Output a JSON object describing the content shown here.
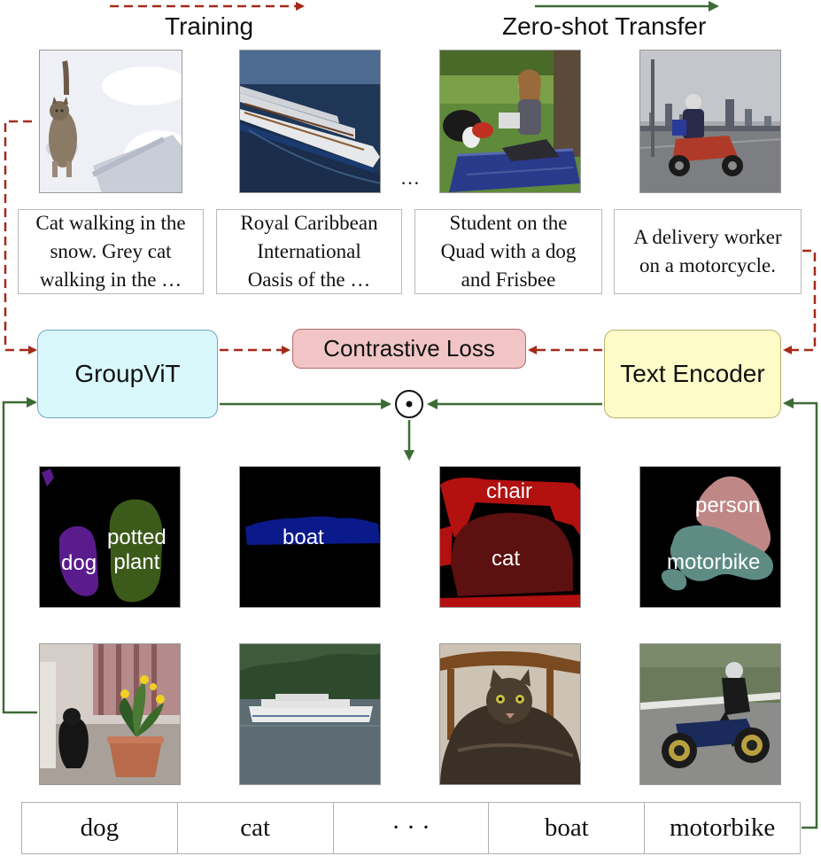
{
  "header": {
    "training": "Training",
    "zero_shot": "Zero-shot Transfer"
  },
  "images_top": [
    {
      "name": "cat-in-snow-photo"
    },
    {
      "name": "cruise-ship-photo"
    },
    {
      "name": "student-with-dog-photo"
    },
    {
      "name": "delivery-motorcycle-photo"
    }
  ],
  "ellipsis_top": "…",
  "captions": [
    "Cat walking in the\nsnow. Grey cat\nwalking in the …",
    "Royal Caribbean\nInternational\nOasis of the …",
    "Student on the\nQuad with a dog\nand Frisbee",
    "A delivery worker\non a motorcycle."
  ],
  "boxes": {
    "groupvit": "GroupViT",
    "contrastive_loss": "Contrastive Loss",
    "text_encoder": "Text Encoder",
    "dot_product": "⊙"
  },
  "segmentation": {
    "m1": {
      "dog": "dog",
      "potted_plant": "potted\nplant"
    },
    "m2": {
      "boat": "boat"
    },
    "m3": {
      "chair": "chair",
      "cat": "cat"
    },
    "m4": {
      "person": "person",
      "motorbike": "motorbike"
    }
  },
  "label_cells": [
    "dog",
    "cat",
    "· · ·",
    "boat",
    "motorbike"
  ],
  "colors": {
    "training_arrow": "#a52a1a",
    "transfer_arrow": "#3d6b35",
    "groupvit_fill": "#d8f8fb",
    "groupvit_border": "#6ba9c5",
    "loss_fill": "#f1c5c5",
    "loss_border": "#b46a6a",
    "encoder_fill": "#fdfbc8",
    "encoder_border": "#b9b270",
    "seg_dog": "#5a1c8c",
    "seg_plant": "#3c5a1a",
    "seg_boat": "#0a1a8a",
    "seg_chair": "#b31010",
    "seg_cat": "#5c1010",
    "seg_person": "#c08787",
    "seg_motorbike": "#5e8c84"
  }
}
